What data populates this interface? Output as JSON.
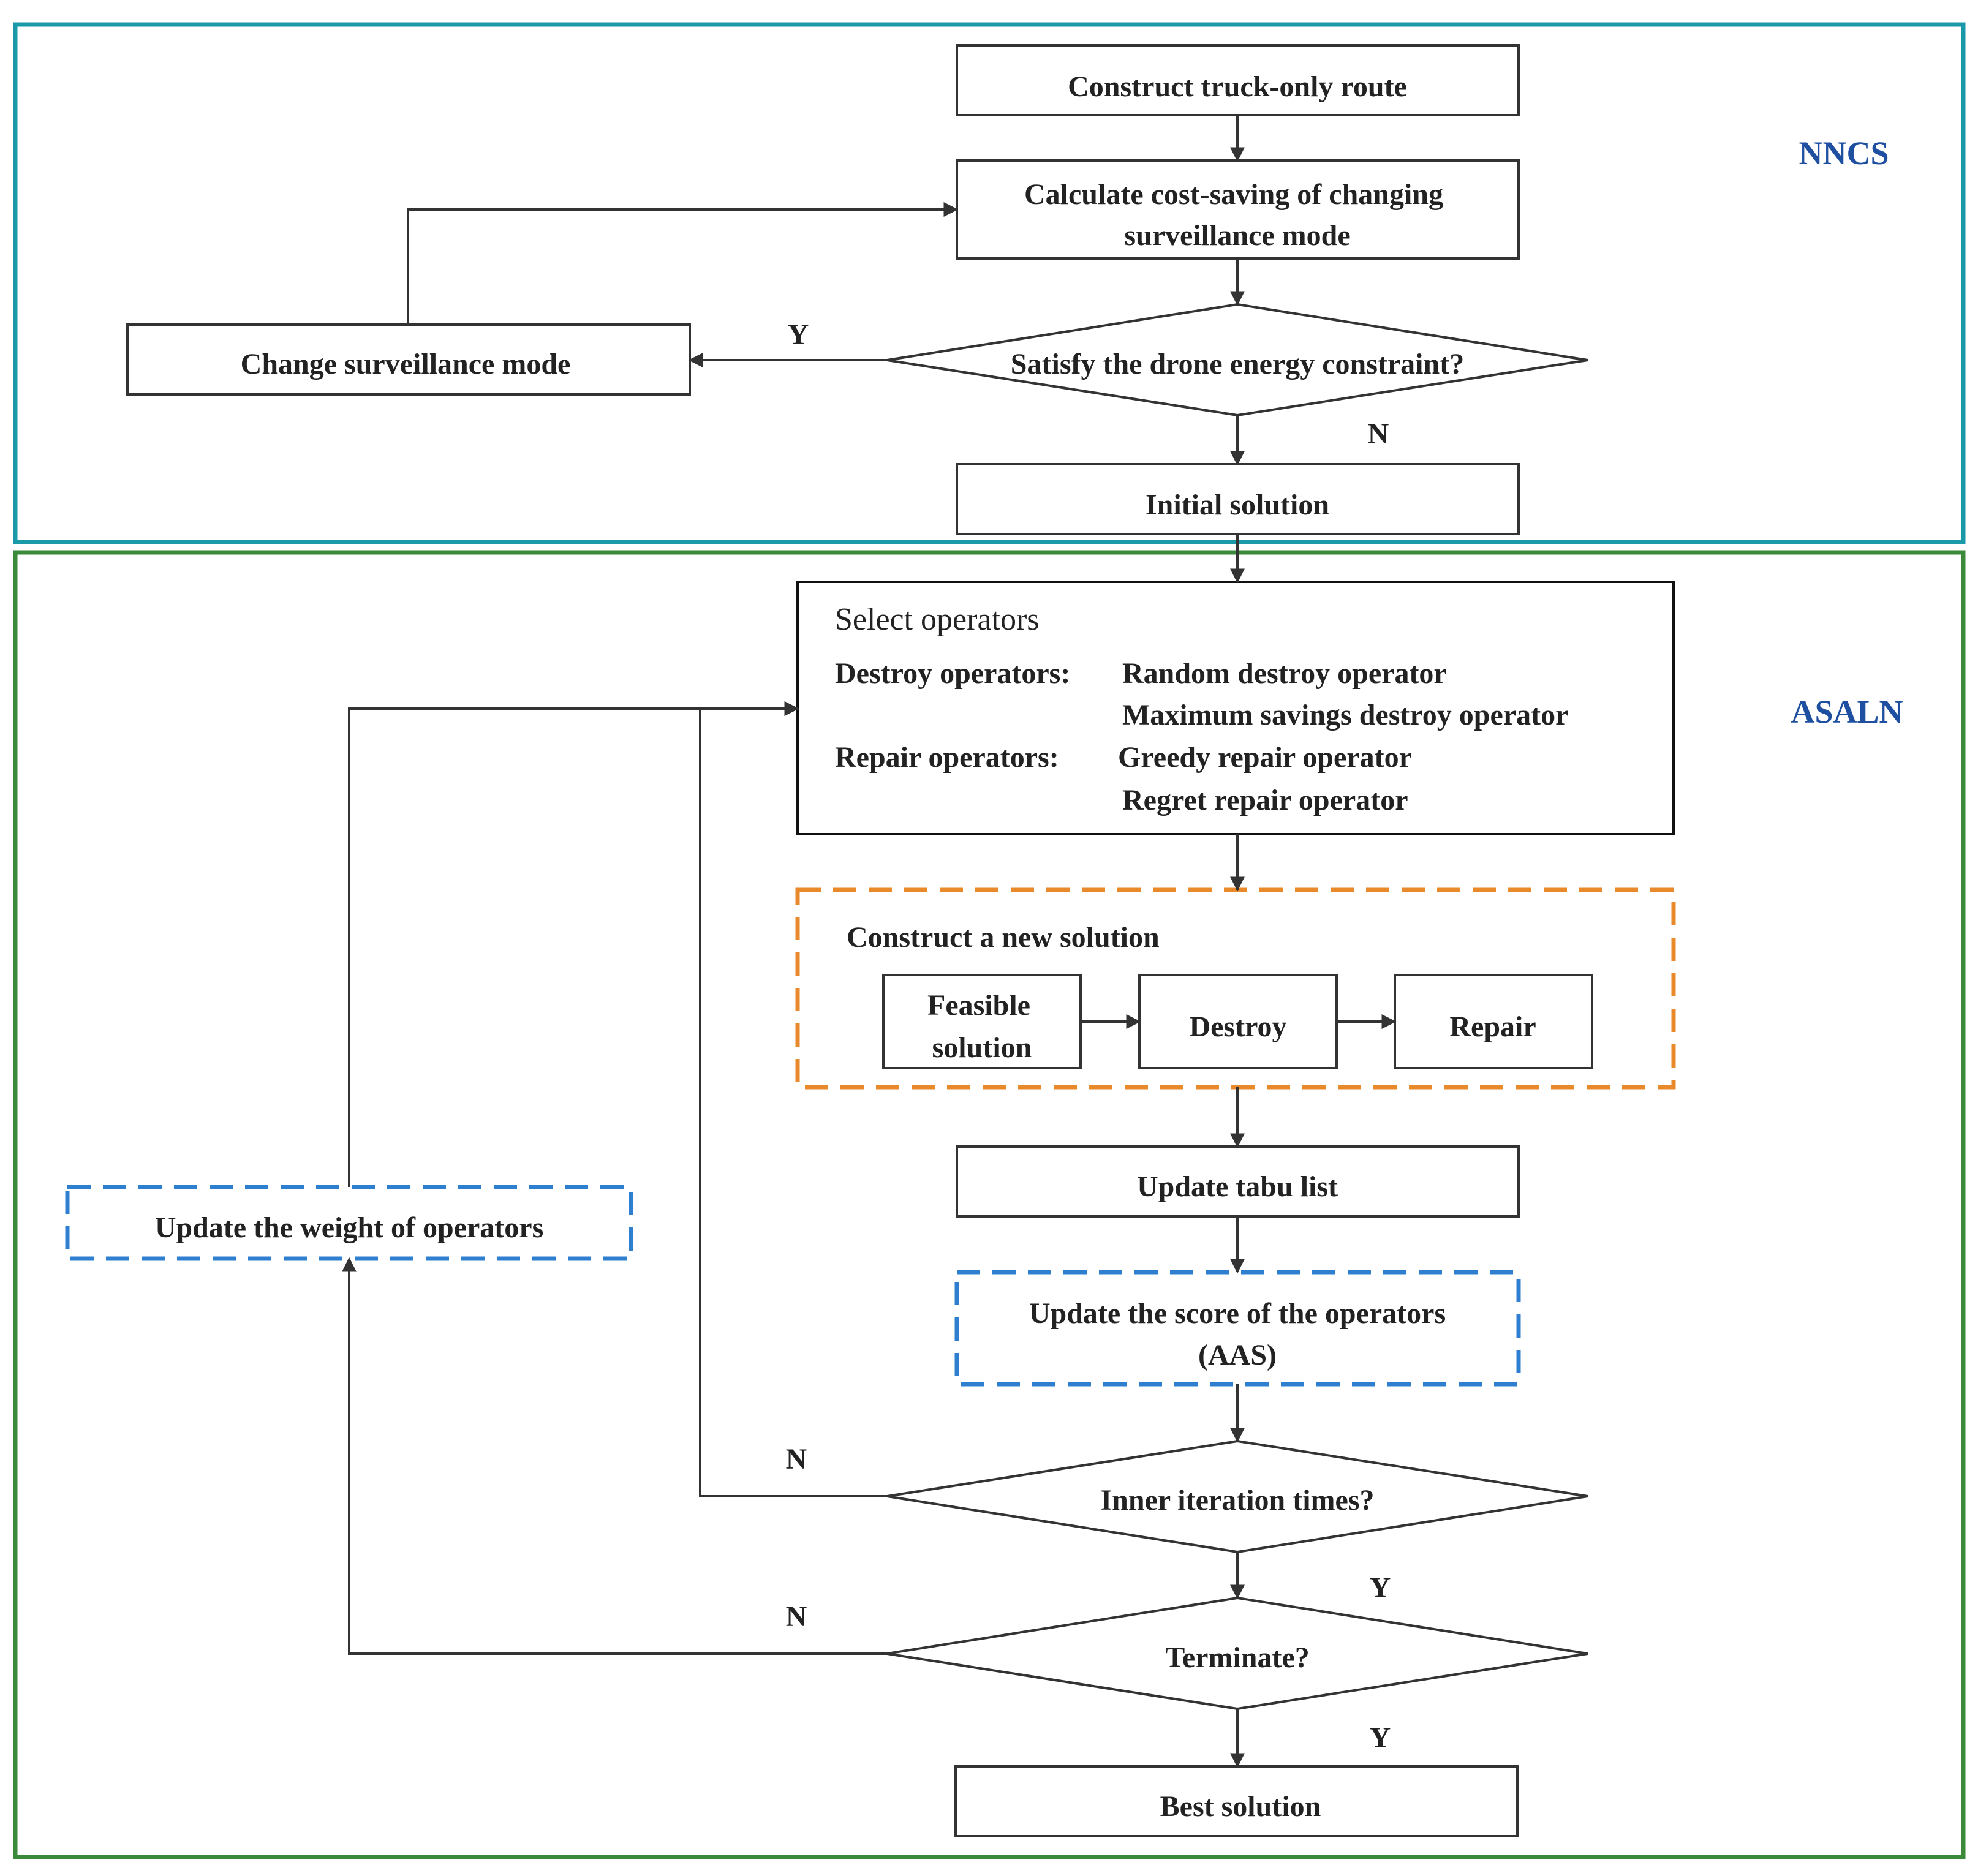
{
  "sections": {
    "nncs": {
      "label": "NNCS",
      "border_color": "#1a9aa8"
    },
    "asaln": {
      "label": "ASALN",
      "border_color": "#3a8a3a"
    }
  },
  "label_color": "#1f4fa0",
  "nodes": {
    "construct_truck": "Construct truck-only route",
    "calc_saving_1": "Calculate cost-saving of changing",
    "calc_saving_2": "surveillance mode",
    "change_mode": "Change surveillance mode",
    "energy_decision": "Satisfy the drone energy constraint?",
    "initial_solution": "Initial solution",
    "select_title": "Select operators",
    "destroy_label": "Destroy operators:",
    "destroy_op_1": "Random destroy operator",
    "destroy_op_2": "Maximum savings destroy operator",
    "repair_label": "Repair operators:",
    "repair_op_1": "Greedy repair operator",
    "repair_op_2": "Regret repair operator",
    "construct_new": "Construct a new solution",
    "feasible_1": "Feasible",
    "feasible_2": "solution",
    "destroy": "Destroy",
    "repair": "Repair",
    "update_tabu": "Update tabu list",
    "update_score_1": "Update the score of the operators",
    "update_score_2": "(AAS)",
    "update_weight": "Update the weight of operators",
    "inner_decision": "Inner iteration times?",
    "terminate_decision": "Terminate?",
    "best_solution": "Best solution"
  },
  "edge_labels": {
    "energy_yes": "Y",
    "energy_no": "N",
    "inner_no": "N",
    "inner_yes": "Y",
    "terminate_no": "N",
    "terminate_yes": "Y"
  },
  "colors": {
    "construct_border": "#e8892c",
    "score_border": "#2f7fd0",
    "weight_border": "#2f7fd0",
    "line": "#333333"
  }
}
